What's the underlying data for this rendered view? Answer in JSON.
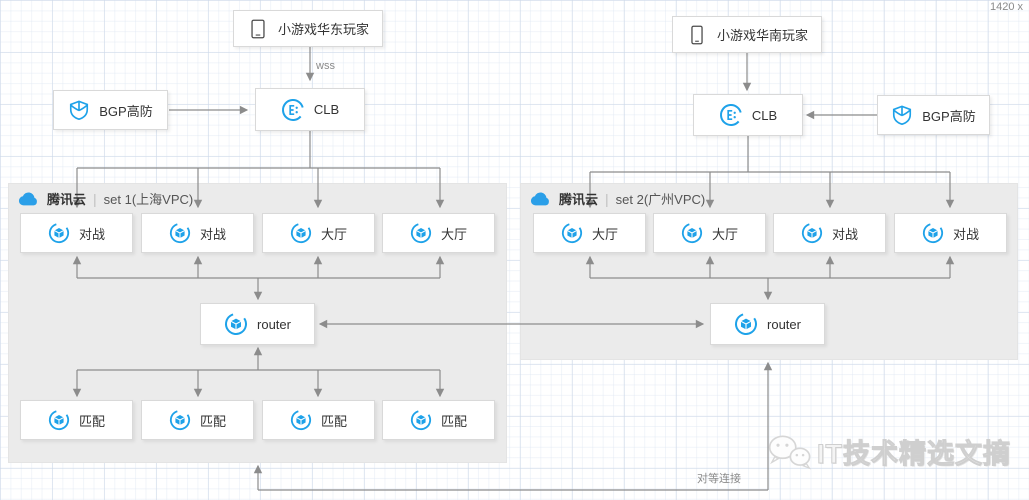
{
  "page": {
    "dimensions_label": "1420 x"
  },
  "colors": {
    "accent_blue": "#1ea2e9",
    "line_gray": "#8c8c8c",
    "region_gray": "#ebebeb"
  },
  "icons": {
    "tablet": "tablet-device-icon",
    "phone": "phone-device-icon",
    "shield": "bgp-shield-icon",
    "clb": "clb-loadbalancer-icon",
    "cvm": "cvm-server-icon",
    "cloud": "tencent-cloud-logo-icon",
    "wechat": "wechat-bubbles-icon"
  },
  "external": {
    "east_players": {
      "label": "小游戏华东玩家"
    },
    "south_players": {
      "label": "小游戏华南玩家"
    },
    "wss_label": "wss",
    "bgp_left": {
      "label": "BGP高防"
    },
    "bgp_right": {
      "label": "BGP高防"
    },
    "clb_left": {
      "label": "CLB"
    },
    "clb_right": {
      "label": "CLB"
    }
  },
  "set1": {
    "provider": "腾讯云",
    "title": "set 1(上海VPC)",
    "servers": [
      "对战",
      "对战",
      "大厅",
      "大厅"
    ],
    "router_label": "router",
    "matchers": [
      "匹配",
      "匹配",
      "匹配",
      "匹配"
    ]
  },
  "set2": {
    "provider": "腾讯云",
    "title": "set 2(广州VPC)",
    "servers": [
      "大厅",
      "大厅",
      "对战",
      "对战"
    ],
    "router_label": "router"
  },
  "edges": {
    "peering_label": "对等连接"
  },
  "watermark": {
    "text": "IT技术精选文摘"
  }
}
